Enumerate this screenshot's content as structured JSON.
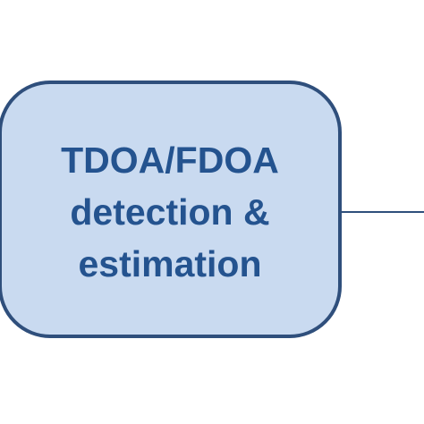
{
  "diagram": {
    "box": {
      "lines": [
        "TDOA/FDOA",
        "detection &",
        "estimation"
      ]
    },
    "colors": {
      "box_fill": "#c9daf0",
      "box_border": "#2f4f7c",
      "text": "#24538f",
      "connector": "#2f4f7c"
    }
  }
}
